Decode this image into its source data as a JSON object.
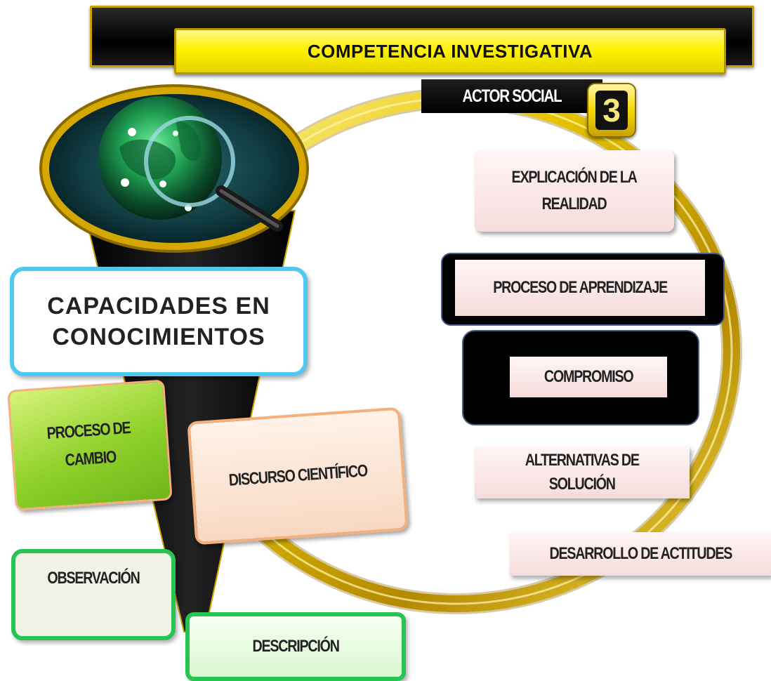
{
  "header": {
    "title": "COMPETENCIA INVESTIGATIVA"
  },
  "actor": {
    "label": "ACTOR SOCIAL",
    "number": "3"
  },
  "right_items": {
    "explicacion": "EXPLICACIÓN DE LA\nREALIDAD",
    "proceso_aprendizaje": "PROCESO DE APRENDIZAJE",
    "compromiso": "COMPROMISO",
    "alternativas": "ALTERNATIVAS DE\nSOLUCIÓN",
    "desarrollo": "DESARROLLO DE ACTITUDES"
  },
  "left_items": {
    "capacidades": "CAPACIDADES  EN\nCONOCIMIENTOS",
    "proceso_cambio": "PROCESO DE\nCAMBIO",
    "discurso": "DISCURSO CIENTÍFICO",
    "observacion": "OBSERVACIÓN",
    "descripcion": "DESCRIPCIÓN"
  },
  "colors": {
    "gold": "#e8c400",
    "banner_yellow": "#fff200",
    "black": "#000000",
    "pink": "#f6dcdc",
    "cyan_border": "#52c8f0",
    "green_border": "#28c453",
    "lime": "#8fd12a"
  },
  "icons": {
    "globe": "magnifier-globe-icon"
  }
}
